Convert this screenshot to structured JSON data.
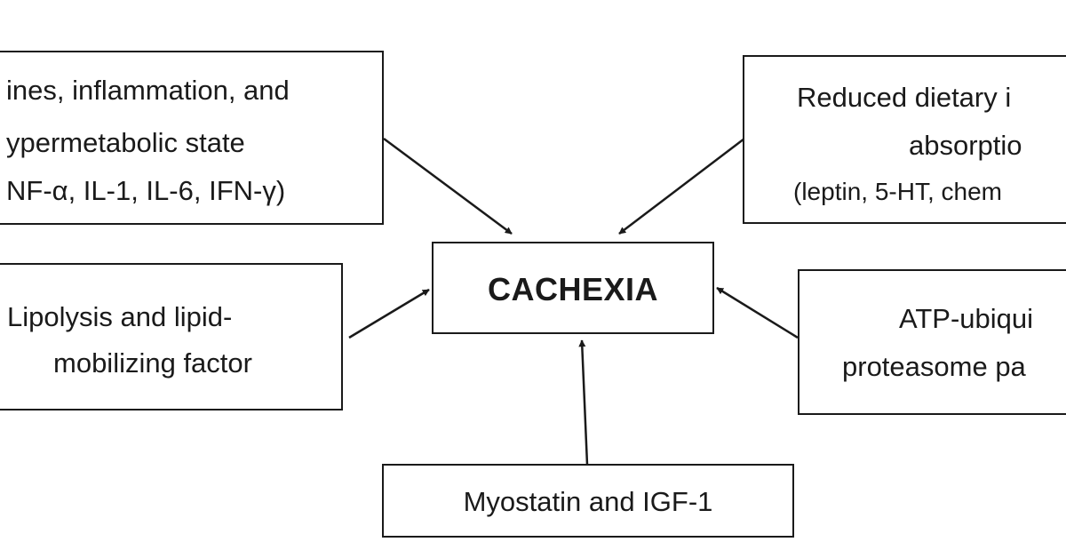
{
  "center": {
    "label": "CACHEXIA"
  },
  "factors": {
    "top_left": {
      "lines": [
        "ines, inflammation, and",
        "ypermetabolic state",
        "NF-α, IL-1, IL-6, IFN-γ)"
      ]
    },
    "top_right": {
      "lines": [
        "Reduced dietary i",
        "absorptio",
        "(leptin, 5-HT, chem"
      ]
    },
    "mid_left": {
      "lines": [
        "Lipolysis and lipid-",
        "mobilizing factor"
      ]
    },
    "mid_right": {
      "lines": [
        "ATP-ubiqui",
        "proteasome pa"
      ]
    },
    "bottom": {
      "lines": [
        "Myostatin and IGF-1"
      ]
    }
  },
  "colors": {
    "stroke": "#1a1a1a",
    "background": "#ffffff"
  }
}
